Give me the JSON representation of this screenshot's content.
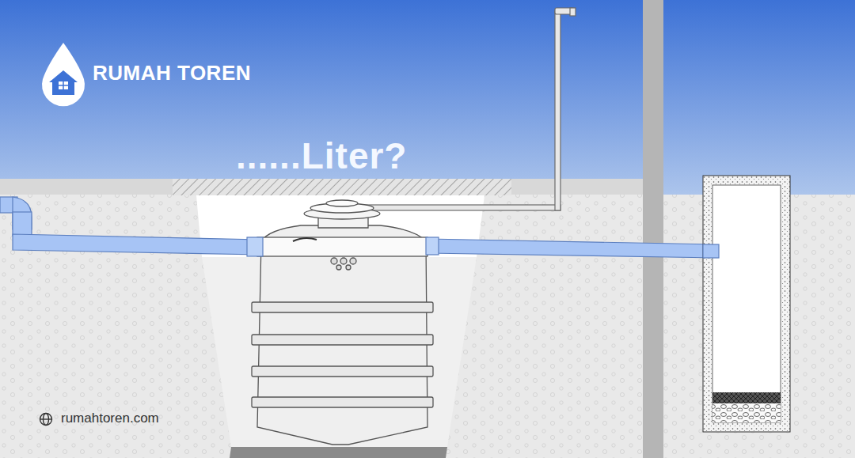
{
  "diagram": {
    "labels": [
      "RUMAH TOREN",
      "......Liter?",
      "rumahtoren.com"
    ]
  }
}
